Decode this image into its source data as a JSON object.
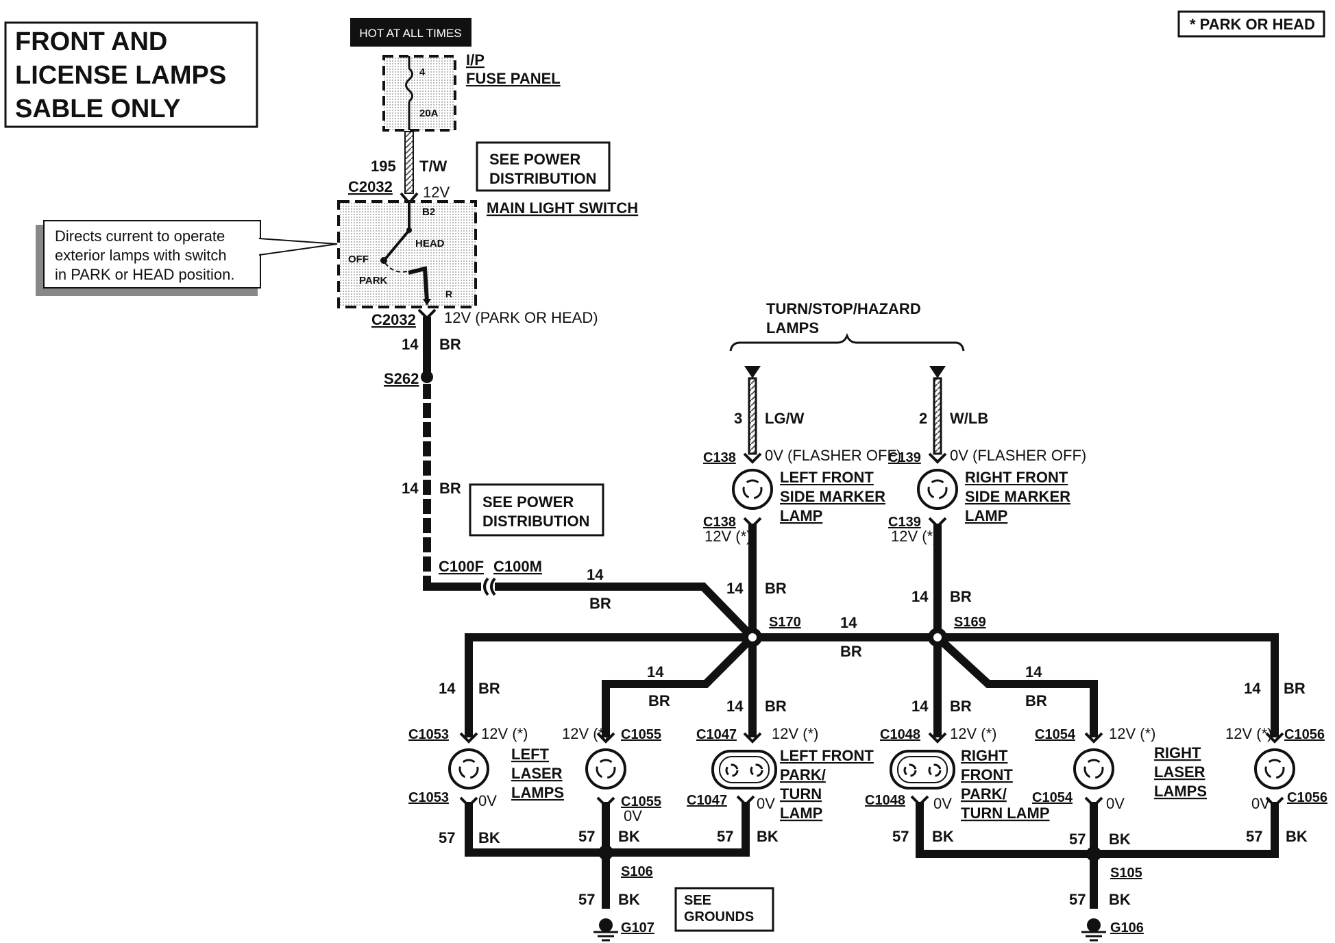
{
  "title": {
    "line1": "FRONT AND",
    "line2": "LICENSE LAMPS",
    "line3": "SABLE ONLY"
  },
  "legend": "* PARK OR HEAD",
  "hot_label": "HOT AT ALL TIMES",
  "fuse": {
    "panel1": "I/P",
    "panel2": "FUSE PANEL",
    "number": "4",
    "rating": "20A"
  },
  "wire_195": {
    "circuit": "195",
    "color": "T/W"
  },
  "see_power_1": {
    "line1": "SEE POWER",
    "line2": "DISTRIBUTION"
  },
  "see_power_2": {
    "line1": "SEE POWER",
    "line2": "DISTRIBUTION"
  },
  "see_grounds": {
    "line1": "SEE",
    "line2": "GROUNDS"
  },
  "switch": {
    "connector_top": "C2032",
    "voltage_top": "12V",
    "pin_top": "B2",
    "name": "MAIN LIGHT SWITCH",
    "off": "OFF",
    "head": "HEAD",
    "park": "PARK",
    "pin_bottom": "R",
    "connector_bottom": "C2032",
    "voltage_bottom": "12V (PARK OR HEAD)"
  },
  "callout": {
    "line1": "Directs current to operate",
    "line2": "exterior lamps with switch",
    "line3": "in PARK or HEAD position."
  },
  "splices": {
    "s262": "S262",
    "s170": "S170",
    "s169": "S169",
    "s106": "S106",
    "s105": "S105"
  },
  "grounds": {
    "g107": "G107",
    "g106": "G106"
  },
  "connectors": {
    "c100f": "C100F",
    "c100m": "C100M"
  },
  "turn_group": {
    "line1": "TURN/STOP/HAZARD",
    "line2": "LAMPS"
  },
  "wires": {
    "br_circuit": "14",
    "br_color": "BR",
    "bk_circuit": "57",
    "bk_color": "BK",
    "lgw_circuit": "3",
    "lgw_color": "LG/W",
    "wlb_circuit": "2",
    "wlb_color": "W/LB"
  },
  "side_markers": {
    "left": {
      "conn_top": "C138",
      "volt_top": "0V (FLASHER OFF)",
      "line1": "LEFT FRONT",
      "line2": "SIDE MARKER",
      "line3": "LAMP",
      "conn_bottom": "C138",
      "volt_bottom": "12V (*)"
    },
    "right": {
      "conn_top": "C139",
      "volt_top": "0V (FLASHER OFF)",
      "line1": "RIGHT FRONT",
      "line2": "SIDE MARKER",
      "line3": "LAMP",
      "conn_bottom": "C139",
      "volt_bottom": "12V (*)"
    }
  },
  "lamps": {
    "c1053": {
      "conn": "C1053",
      "volt_top": "12V (*)",
      "volt_bottom": "0V",
      "line1": "LEFT",
      "line2": "LASER",
      "line3": "LAMPS"
    },
    "c1055": {
      "conn": "C1055",
      "volt_top": "12V (*)",
      "volt_bottom": "0V"
    },
    "c1047": {
      "conn": "C1047",
      "volt_top": "12V (*)",
      "volt_bottom": "0V",
      "line1": "LEFT FRONT",
      "line2": "PARK/",
      "line3": "TURN",
      "line4": "LAMP"
    },
    "c1048": {
      "conn": "C1048",
      "volt_top": "12V (*)",
      "volt_bottom": "0V",
      "line1": "RIGHT",
      "line2": "FRONT",
      "line3": "PARK/",
      "line4": "TURN LAMP"
    },
    "c1054": {
      "conn": "C1054",
      "volt_top": "12V (*)",
      "volt_bottom": "0V"
    },
    "c1056": {
      "conn": "C1056",
      "volt_top": "12V (*)",
      "volt_bottom": "0V",
      "line1": "RIGHT",
      "line2": "LASER",
      "line3": "LAMPS"
    }
  }
}
